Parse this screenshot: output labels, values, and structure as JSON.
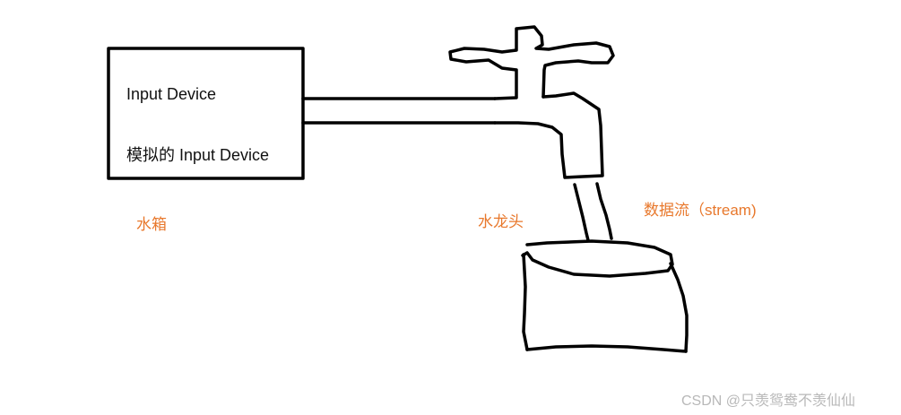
{
  "tank_box": {
    "line1": "Input Device",
    "line2": "模拟的 Input Device"
  },
  "labels": {
    "tank": "水箱",
    "faucet": "水龙头",
    "stream": "数据流（stream)"
  },
  "watermark": "CSDN @只羡鸳鸯不羡仙仙",
  "colors": {
    "label_orange": "#e8782c",
    "stroke": "#000000",
    "watermark": "#b8b8b8"
  }
}
